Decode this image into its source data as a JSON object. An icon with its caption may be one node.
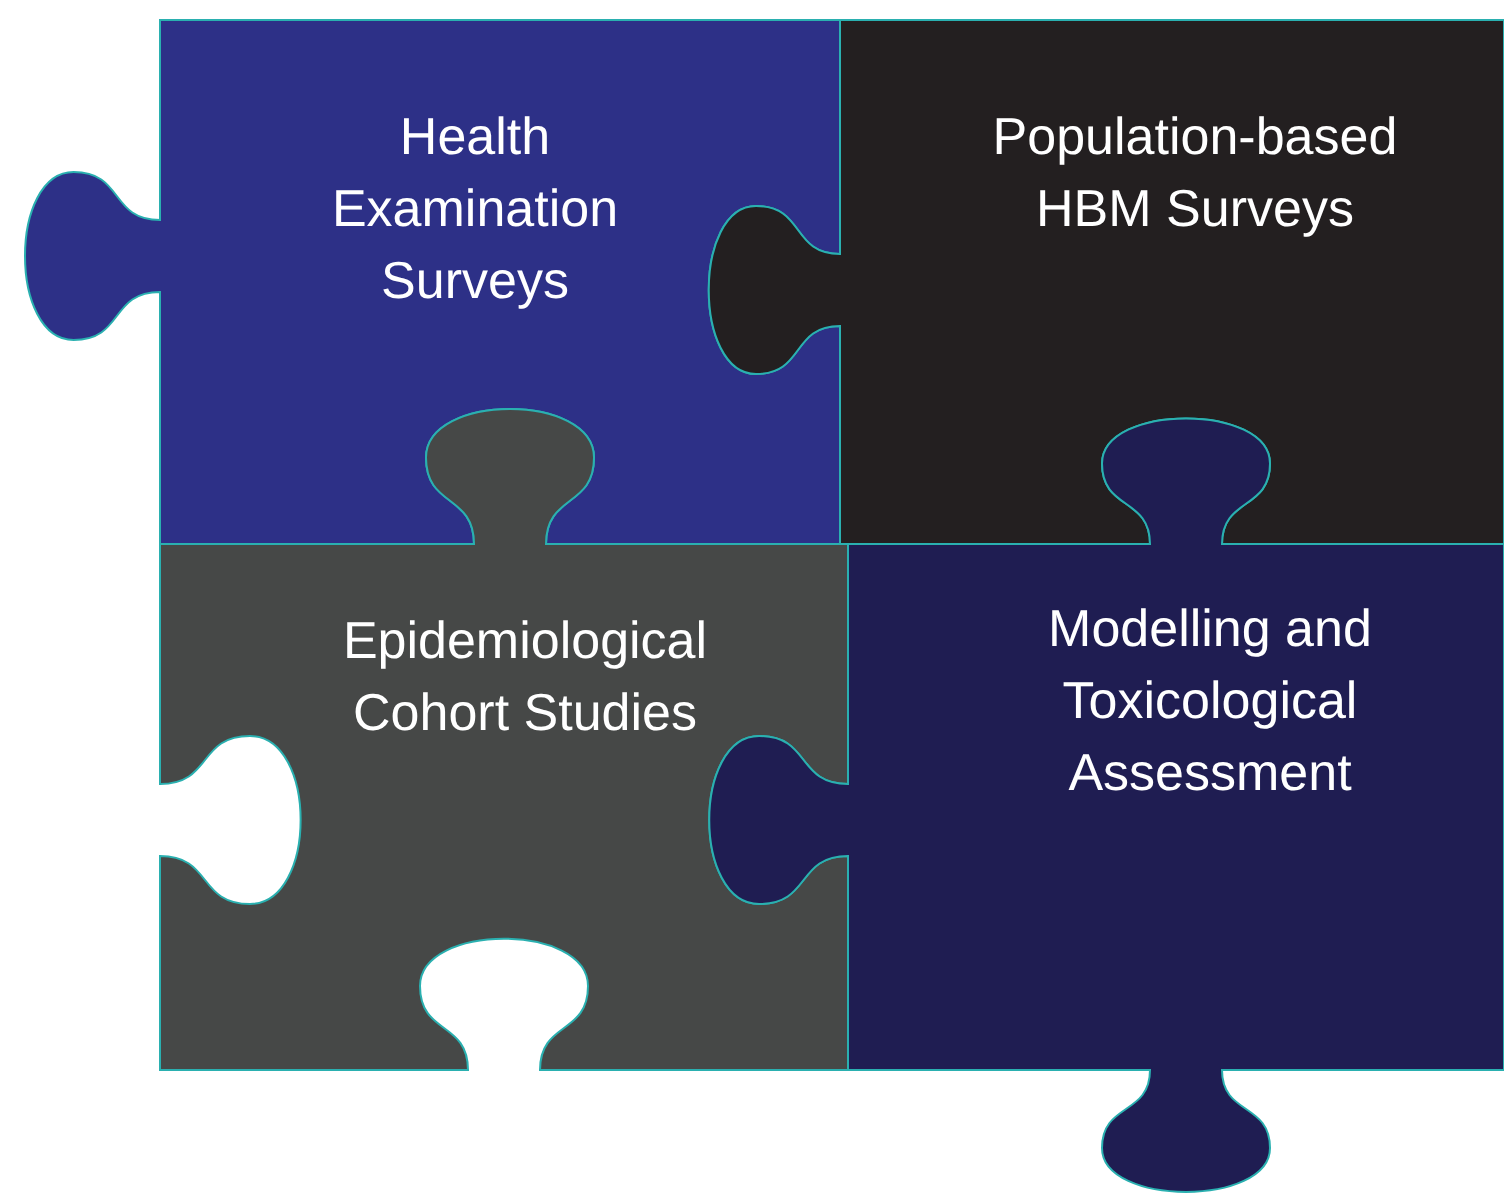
{
  "diagram": {
    "nodes": [
      {
        "text": [
          "Health Examination Surveys"
        ]
      },
      {
        "text": [
          "Population-based HBM Surveys"
        ]
      },
      {
        "text": [
          "Epidemiological Cohort Studies"
        ]
      },
      {
        "text": [
          "Modelling and Toxicological Assessment"
        ]
      }
    ]
  }
}
